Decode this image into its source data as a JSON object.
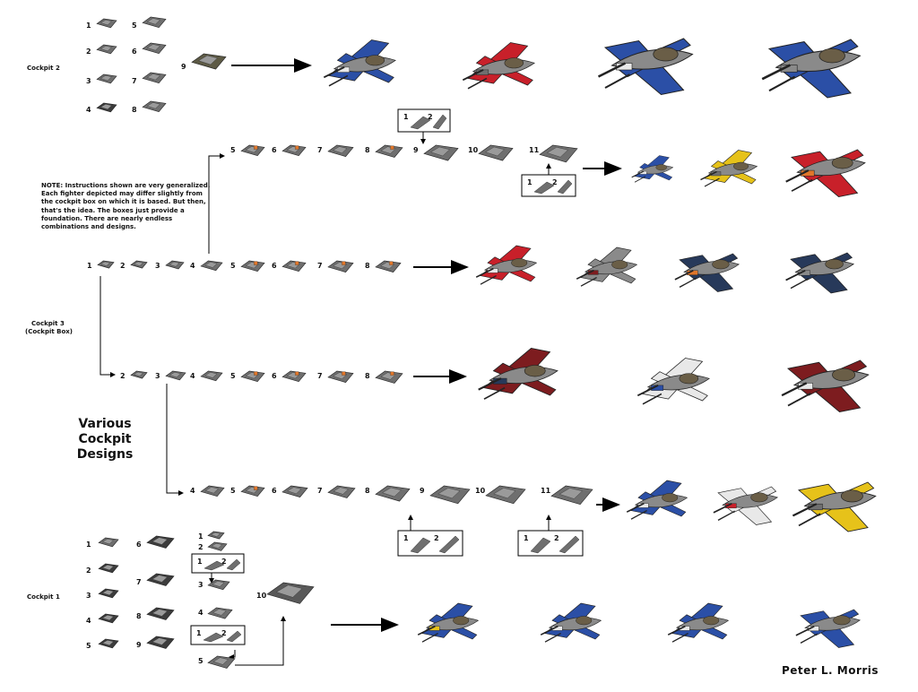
{
  "labels": {
    "cockpit2": "Cockpit 2",
    "cockpit3_line1": "Cockpit 3",
    "cockpit3_line2": "(Cockpit Box)",
    "cockpit1": "Cockpit 1"
  },
  "note": {
    "lead": "NOTE:",
    "text": "Instructions shown are very generalized.  Each fighter depicted may differ slightly from the cockpit box on which it is based.  But then, that's the idea.  The boxes just provide a foundation.  There are nearly endless combinations and designs."
  },
  "title": {
    "line1": "Various",
    "line2": "Cockpit",
    "line3": "Designs"
  },
  "author": "Peter L. Morris",
  "steps": {
    "c2_left": [
      "1",
      "2",
      "3",
      "4"
    ],
    "c2_right": [
      "5",
      "6",
      "7",
      "8"
    ],
    "c2_final": "9",
    "r2": [
      "5",
      "6",
      "7",
      "8",
      "9",
      "10",
      "11"
    ],
    "r3": [
      "1",
      "2",
      "3",
      "4",
      "5",
      "6",
      "7",
      "8"
    ],
    "r4": [
      "2",
      "3",
      "4",
      "5",
      "6",
      "7",
      "8"
    ],
    "r5": [
      "4",
      "5",
      "6",
      "7",
      "8",
      "9",
      "10",
      "11"
    ],
    "c1_left": [
      "1",
      "2",
      "3",
      "4",
      "5"
    ],
    "c1_mid": [
      "6",
      "7",
      "8",
      "9"
    ],
    "c1_sub": [
      "1",
      "2",
      "3",
      "4",
      "5"
    ],
    "c1_final": "10",
    "callout": [
      "1",
      "2"
    ]
  },
  "colors": {
    "part_gray": "#6f6f6f",
    "part_dark": "#3c3c3c",
    "ship_blue": "#2b4fa6",
    "ship_red": "#c8202a",
    "ship_yellow": "#e6c21a",
    "ship_darkred": "#7d1c1f",
    "ship_navy": "#27395a",
    "ship_white": "#e8e8e8",
    "ship_gray": "#8a8a8a",
    "accent_orange": "#e0762a"
  }
}
